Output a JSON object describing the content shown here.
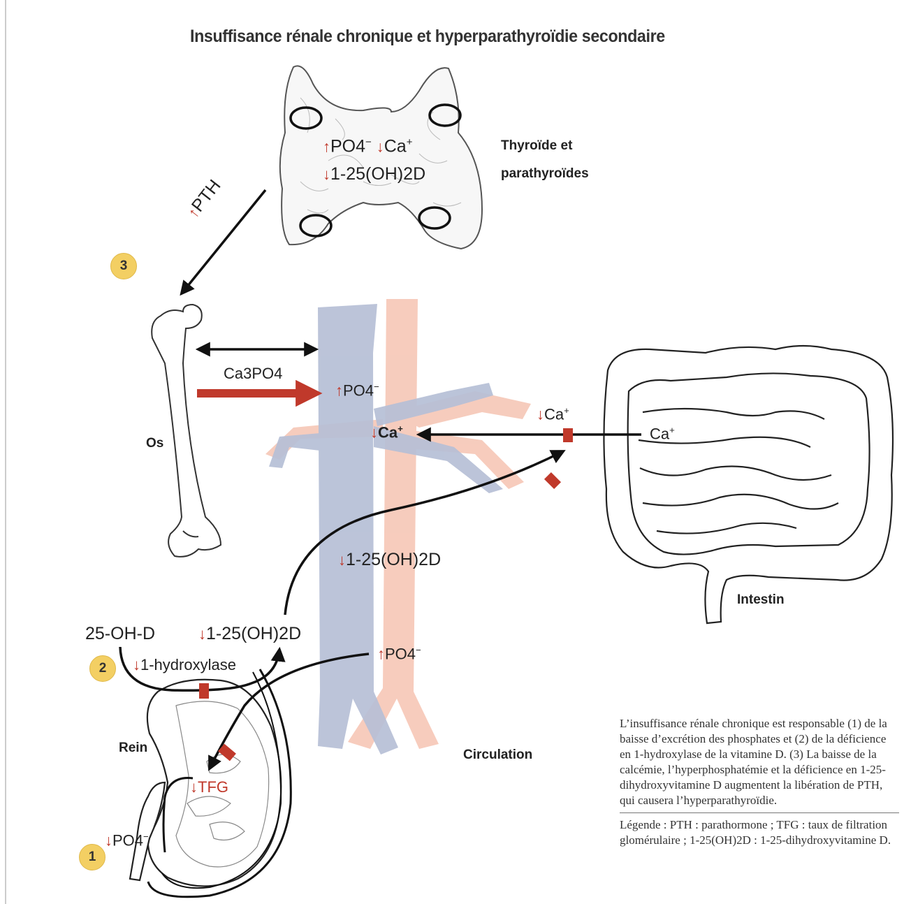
{
  "title": "Insuffisance rénale chronique et hyperparathyroïdie secondaire",
  "colors": {
    "red": "#c0392b",
    "vein": "#9aa6c4",
    "artery": "#f2b9a3",
    "badge": "#f3cf63"
  },
  "thyroid": {
    "label_line1": "Thyroïde et",
    "label_line2": "parathyroïdes",
    "po4": "PO4",
    "po4_sign": "−",
    "ca": "Ca",
    "ca_sign": "+",
    "vitd": "1-25(OH)2D"
  },
  "bone": {
    "label": "Os",
    "flux": "Ca3PO4"
  },
  "pth": "PTH",
  "circulation": {
    "label": "Circulation",
    "po4_top": "PO4",
    "ca": "Ca",
    "vitd": "1-25(OH)2D",
    "po4_bottom": "PO4"
  },
  "intestin": {
    "label": "Intestin",
    "ca_in": "Ca",
    "ca_out": "Ca"
  },
  "rein": {
    "label": "Rein",
    "precursor": "25-OH-D",
    "vitd": "1-25(OH)2D",
    "enzyme": "1-hydroxylase",
    "tfg": "TFG",
    "po4": "PO4"
  },
  "badges": [
    "1",
    "2",
    "3"
  ],
  "caption": {
    "main": "L’insuffisance rénale chronique est responsable (1) de la baisse d’excrétion des phosphates et (2) de la déficience en 1-hydroxylase de la vitamine D. (3) La baisse de la calcémie, l’hyperphosphatémie et la déficience en 1-25-dihydroxyvitamine D augmentent la libération de PTH, qui causera l’hyperparathyroïdie.",
    "legend": "Légende : PTH : parathormone ; TFG : taux de filtration glomérulaire ; 1-25(OH)2D : 1-25-dihydroxyvitamine D."
  }
}
